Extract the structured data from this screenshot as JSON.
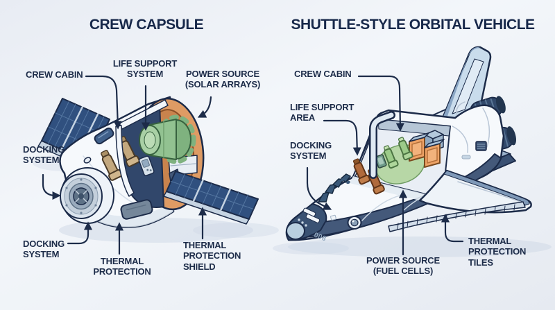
{
  "left": {
    "title": "CREW CAPSULE",
    "labels": {
      "crew_cabin": "CREW CABIN",
      "life_support": "LIFE SUPPORT\nSYSTEM",
      "power_source": "POWER SOURCE\n(SOLAR ARRAYS)",
      "docking_top": "DOCKING\nSYSTEM",
      "docking_bottom": "DOCKING\nSYSTEM",
      "thermal_protection": "THERMAL\nPROTECTION",
      "thermal_shield": "THERMAL\nPROTECTION\nSHIELD"
    }
  },
  "right": {
    "title": "SHUTTLE-STYLE ORBITAL VEHICLE",
    "labels": {
      "crew_cabin": "CREW CABIN",
      "life_support": "LIFE SUPPORT\nAREA",
      "docking": "DOCKING\nSYSTEM",
      "power_source": "POWER SOURCE\n(FUEL CELLS)",
      "thermal_tiles": "THERMAL\nPROTECTION\nTILES"
    },
    "hull_marking": "008"
  },
  "palette": {
    "ink": "#1d2c49",
    "hull_white": "#f6f9fc",
    "solar_blue": "#30507f",
    "copper_shield": "#de9b64",
    "life_support_green": "#8fc08e",
    "cabin_green": "#b7d7a6",
    "seat_tan": "#c3a87e",
    "seat_brown": "#b5713f",
    "belly_slate": "#44597a",
    "crate_orange": "#eda266",
    "shadow_blue": "#cdd8e5"
  }
}
